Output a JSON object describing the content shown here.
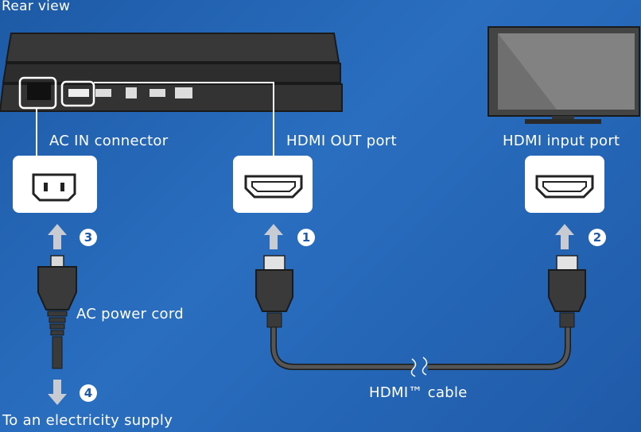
{
  "title": "Rear view",
  "labels": {
    "ac_in": "AC IN connector",
    "hdmi_out": "HDMI OUT port",
    "hdmi_in": "HDMI input port",
    "ac_cord": "AC power cord",
    "hdmi_cable": "HDMI™ cable",
    "supply": "To an electricity supply"
  },
  "steps": [
    "1",
    "2",
    "3",
    "4"
  ],
  "colors": {
    "background": "#1f5aa8",
    "console": "#2f2f2f",
    "arrow": "#c8ccd2",
    "card": "#ffffff"
  }
}
